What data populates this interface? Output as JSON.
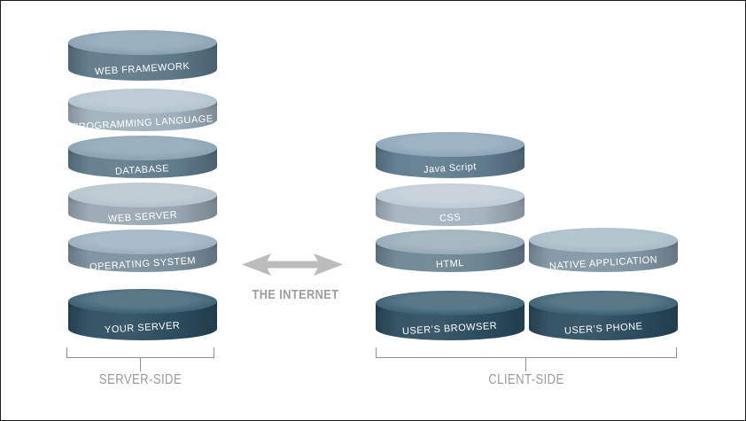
{
  "frame": {
    "background_color": "#ffffff",
    "border_color": "#1c1c1c"
  },
  "internet": {
    "label": "THE INTERNET",
    "arrow_icon": "double-headed-horizontal-arrow",
    "arrow_color": "#bcbcbc",
    "label_color": "#9c9c9c"
  },
  "server_side": {
    "group_label": "SERVER-SIDE",
    "cylinders": [
      {
        "label": "WEB FRAMEWORK",
        "top_color": "#8ba3b4",
        "body_color": "#5d7889"
      },
      {
        "label": "PROGRAMMING LANGUAGE",
        "top_color": "#b3c4d1",
        "body_color": "#9fb0bc"
      },
      {
        "label": "DATABASE",
        "top_color": "#8ba3b4",
        "body_color": "#5f7b8c"
      },
      {
        "label": "WEB SERVER",
        "top_color": "#b6c4cd",
        "body_color": "#98a7b1"
      },
      {
        "label": "OPERATING SYSTEM",
        "top_color": "#9cb1bf",
        "body_color": "#7a909e"
      },
      {
        "label": "YOUR SERVER",
        "top_color": "#3e6375",
        "body_color": "#2b4c5f"
      }
    ]
  },
  "client_side": {
    "group_label": "CLIENT-SIDE",
    "web_stack": [
      {
        "label": "Java Script",
        "top_color": "#8ea7ba",
        "body_color": "#5e7b8e"
      },
      {
        "label": "CSS",
        "top_color": "#bfccd6",
        "body_color": "#a4b4c0"
      },
      {
        "label": "HTML",
        "top_color": "#97acb8",
        "body_color": "#6b8593"
      },
      {
        "label": "USER’S BROWSER",
        "top_color": "#3e6375",
        "body_color": "#2b4c5f"
      }
    ],
    "native_stack": [
      {
        "label": "NATIVE APPLICATION",
        "top_color": "#a9bcc8",
        "body_color": "#8096a4"
      },
      {
        "label": "USER’S PHONE",
        "top_color": "#3e6375",
        "body_color": "#2b4c5f"
      }
    ]
  },
  "brackets": {
    "line_color": "#8f8f8f",
    "label_color": "#9a9a9a"
  }
}
